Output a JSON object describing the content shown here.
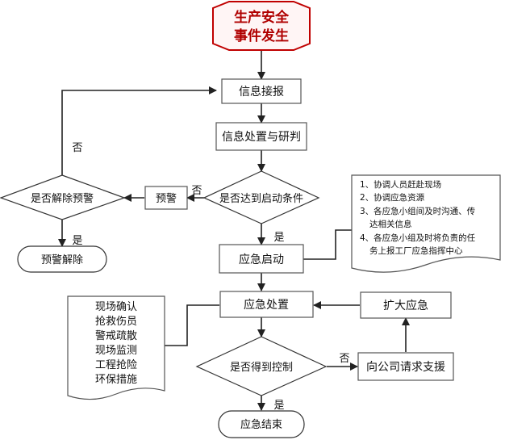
{
  "start": {
    "line1": "生产安全",
    "line2": "事件发生"
  },
  "nodes": {
    "info_report": "信息接报",
    "info_judge": "信息处置与研判",
    "decision_start": "是否达到启动条件",
    "warning": "预警",
    "decision_lift": "是否解除预警",
    "warning_lifted": "预警解除",
    "emergency_start": "应急启动",
    "emergency_handle": "应急处置",
    "decision_control": "是否得到控制",
    "request_support": "向公司请求支援",
    "expand": "扩大应急",
    "end": "应急结束"
  },
  "edge_labels": {
    "no_to_warning": "否",
    "lift_no": "否",
    "lift_yes": "是",
    "start_yes": "是",
    "control_no": "否",
    "control_yes": "是"
  },
  "notes": {
    "start_actions": [
      "1、协调人员赶赴现场",
      "2、协调应急资源",
      "3、各应急小组间及时沟通、传",
      "达相关信息",
      "4、各应急小组及时将负责的任",
      "务上报工厂应急指挥中心"
    ],
    "handle_actions": [
      "现场确认",
      "抢救伤员",
      "警戒疏散",
      "现场监测",
      "工程抢险",
      "环保措施"
    ]
  },
  "colors": {
    "start_border": "#c00000",
    "start_text": "#b00000",
    "line": "#222222"
  }
}
